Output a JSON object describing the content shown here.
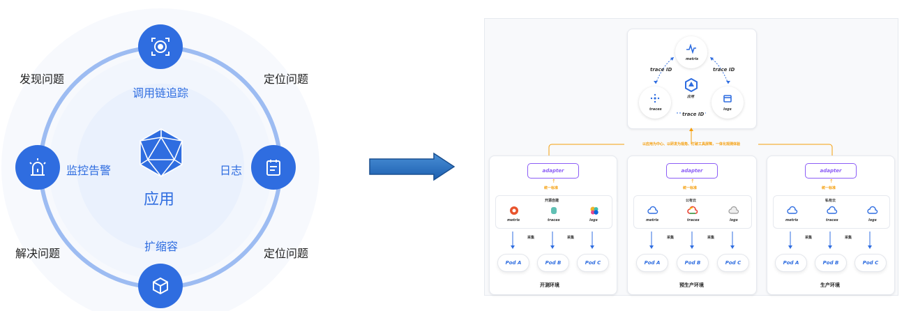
{
  "left": {
    "center_label": "应用",
    "inner_labels": {
      "top": "调用链追踪",
      "left": "监控告警",
      "right": "日志",
      "bottom": "扩缩容"
    },
    "outer_labels": {
      "top_left": "发现问题",
      "top_right": "定位问题",
      "bottom_left": "解决问题",
      "bottom_right": "定位问题"
    },
    "accent": "#2f6de0"
  },
  "right": {
    "top": {
      "metrics": "metris",
      "traces": "traces",
      "logs": "logs",
      "app": "应用",
      "trace_id_left": "trace ID",
      "trace_id_right": "trace ID",
      "trace_id_bottom": "trace ID"
    },
    "banner": "以应用为中心、以研发为视角、打破工具屏障，一体化观测体验",
    "envs": [
      {
        "adapter": "adapter",
        "unify": "统一标准",
        "title": "开源自建",
        "sources": [
          "metris",
          "traces",
          "logs"
        ],
        "collect": [
          "采集",
          "采集"
        ],
        "pods": [
          "Pod A",
          "Pod B",
          "Pod C"
        ],
        "env_name": "开测环境"
      },
      {
        "adapter": "adapter",
        "unify": "统一标准",
        "title": "公有云",
        "sources": [
          "metris",
          "traces",
          "logs"
        ],
        "collect": [
          "采集",
          "采集"
        ],
        "pods": [
          "Pod A",
          "Pod B",
          "Pod C"
        ],
        "env_name": "预生产环境"
      },
      {
        "adapter": "adapter",
        "unify": "统一标准",
        "title": "私有云",
        "sources": [
          "metris",
          "traces",
          "logs"
        ],
        "collect": [
          "采集",
          "采集"
        ],
        "pods": [
          "Pod A",
          "Pod B",
          "Pod C"
        ],
        "env_name": "生产环境"
      }
    ],
    "accent_orange": "#f59e0b",
    "accent_purple": "#8b5cf6"
  }
}
